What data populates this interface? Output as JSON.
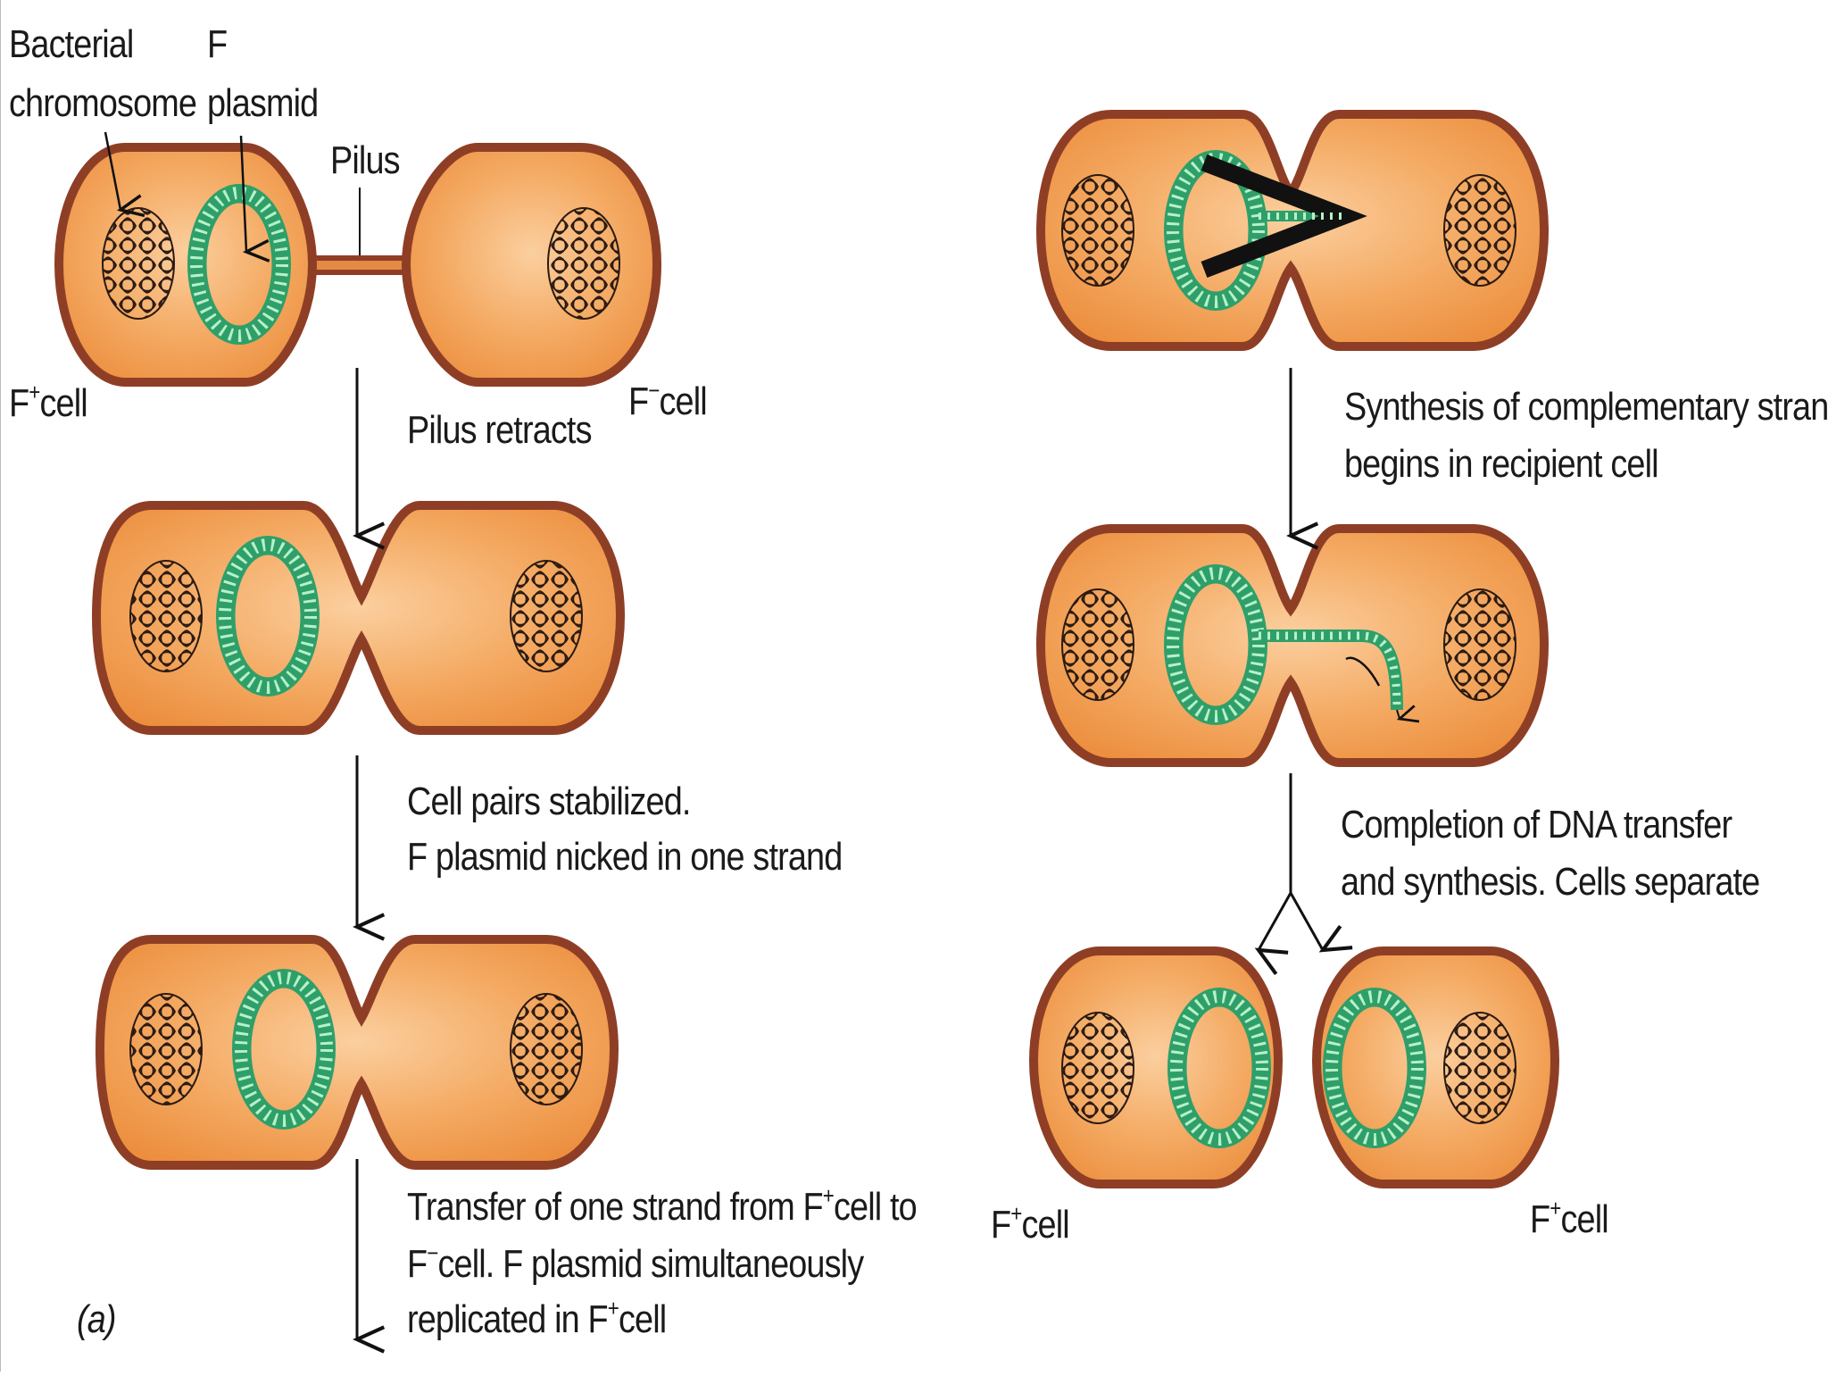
{
  "colors": {
    "cell_fill": "#f19a4c",
    "cell_wall": "#8f3e26",
    "cytoplasm_light": "#f8c594",
    "plasmid_green": "#2f9f6a",
    "plasmid_rungs": "#b7f1c8",
    "chromosome": "#2a1a12",
    "arrow": "#111111"
  },
  "labels": {
    "bacterial": "Bacterial",
    "chromosome": "chromosome",
    "f": "F",
    "plasmid": "plasmid",
    "pilus": "Pilus",
    "fplus_cell_1": "cell",
    "fminus_cell_1": "cell",
    "plus_sign": "+",
    "minus_sign": "−",
    "step1": "Pilus retracts",
    "step2_line1": "Cell pairs stabilized.",
    "step2_line2": "F plasmid nicked in one strand",
    "step3_line1_a": "Transfer of one strand from F",
    "step3_line1_b": "cell to",
    "step3_line2_a": "F",
    "step3_line2_b": "cell. F plasmid simultaneously",
    "step3_line3_a": "replicated in F",
    "step3_line3_b": "cell",
    "panel_label": "(a)",
    "step4_line1": "Synthesis of complementary strand",
    "step4_line2": "begins in recipient cell",
    "step5_line1": "Completion of DNA transfer",
    "step5_line2": "and synthesis. Cells separate",
    "fplus_cell_left_bottom": "cell",
    "fplus_cell_right_bottom": "cell"
  }
}
